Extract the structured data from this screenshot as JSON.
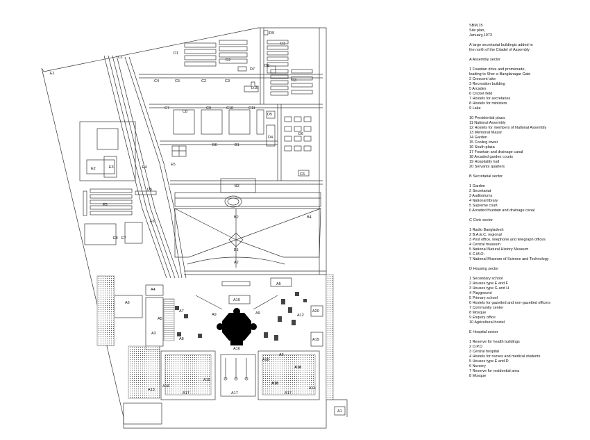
{
  "title_block": {
    "ref": "SBM,15",
    "kind": "Site plan,",
    "date": "January,1973",
    "note_1": "A large secretariat buildingis added to",
    "note_2": "the north of the Citadel of Assembly"
  },
  "sectors": [
    {
      "heading": "A  Assembly sector",
      "items": [
        "1 Fountain drive and promenade,",
        "leading to Sher-e-Banglanagar Gate",
        "2 Crescent lake",
        "3 Recreation building",
        "5 Arcades",
        "6 Cricket field",
        "7 Hostels for secretaries",
        "8 Hostels for ministers",
        "9 Lake",
        "",
        "10 Presidential plaza",
        "11 National Assembly",
        "12 Hostels for members of National Assembly",
        "13 Memorial Mazar",
        "14 Garden",
        "15 Cooling tower",
        "16 South plaza",
        "17 Fountain and drainage canal",
        "18 Arcaded garden courts",
        "19 Hospitality hall",
        "20 Servants quarters"
      ]
    },
    {
      "heading": "B  Secretarial sector",
      "items": [
        "1 Garden",
        "2 Secretariat",
        "3 Auditoriums",
        "4 National library",
        "5 Supreme court",
        "6 Arcaded fountain and drainage canal"
      ]
    },
    {
      "heading": "C  Civic sector",
      "items": [
        "1 Radio Bangladesh",
        "2 B.A.E.C. regional",
        "3 Post office, telephone and telegraph offices",
        "4 Central museum",
        "5 National Natural History Museum",
        "6 C.M.O.",
        "7 National Museum of Science and Technology"
      ]
    },
    {
      "heading": "D  Housing sector",
      "items": [
        "1 Secondary school",
        "2 Houses type E and F",
        "3 Houses type G and H",
        "4 Playground",
        "5 Primary school",
        "6 Hostels for gazetted and non-gazetted officers",
        "7 Community center",
        "8 Mosque",
        "9 Enquiry office",
        "10 Agricultural hostel"
      ]
    },
    {
      "heading": "E  Hospital sector",
      "items": [
        "1 Reserve for health buildings",
        "2 O.P.D",
        "3 Central hospital",
        "4 Hostels for nurses and medical students",
        "5 Houses type E and D",
        "6 Nursery",
        "7 Reserve for residential area",
        "8 Mosque"
      ]
    }
  ],
  "plan_labels": {
    "E1": "E1",
    "C1": "C1",
    "D1": "D1",
    "D2": "D2",
    "D3": "D3",
    "D7": "D7",
    "D8": "D8",
    "D9": "D9",
    "D10": "D10",
    "C4": "C4",
    "C5": "C5",
    "C2": "C2",
    "C3": "C3",
    "C7": "C7",
    "C8": "C8",
    "C9": "C9",
    "C10": "C10",
    "C11": "C11",
    "D5a": "D5",
    "D6": "D6",
    "D4": "D4",
    "B6": "B6",
    "B1a": "B1",
    "E5": "E5",
    "E2": "E2",
    "E3": "E3",
    "E4": "E4",
    "C6": "C6",
    "B3": "B3",
    "D5b": "D5",
    "E6": "E6",
    "E8": "E8",
    "E7": "E7",
    "B2": "B2",
    "B4": "B4",
    "B1b": "B1",
    "A2": "A2",
    "A4": "A4",
    "A6": "A6",
    "A5a": "A5",
    "A10": "A10",
    "A7": "A7",
    "A9a": "A9",
    "A9b": "A9",
    "A12": "A12",
    "A20": "A20",
    "A3": "A3",
    "A8": "A8",
    "A19": "A19",
    "A16": "A16",
    "A5b": "A5",
    "A15a": "A15",
    "A15b": "A15",
    "A18a": "A18",
    "A18b": "A18",
    "A14a": "A14",
    "A14b": "A14",
    "A17a": "A17",
    "A17b": "A17",
    "A17c": "A17",
    "A13": "A13",
    "A1": "A1"
  }
}
